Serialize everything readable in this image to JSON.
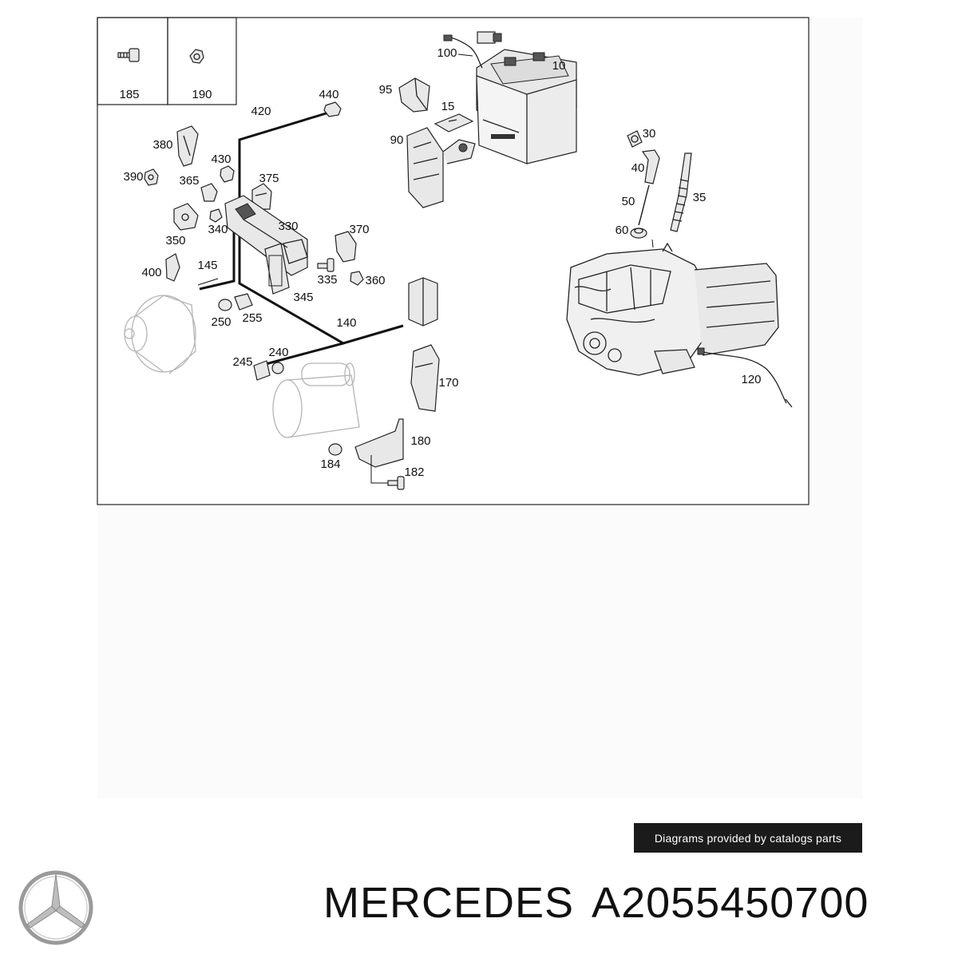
{
  "diagram": {
    "inset_labels": [
      "185",
      "190"
    ],
    "callouts": [
      "100",
      "10",
      "440",
      "95",
      "15",
      "420",
      "90",
      "30",
      "380",
      "430",
      "40",
      "390",
      "365",
      "375",
      "35",
      "50",
      "330",
      "60",
      "370",
      "350",
      "340",
      "400",
      "145",
      "335",
      "360",
      "345",
      "250",
      "255",
      "140",
      "240",
      "245",
      "120",
      "170",
      "180",
      "184",
      "182"
    ]
  },
  "caption": "Diagrams provided by catalogs parts",
  "product": {
    "brand": "MERCEDES",
    "part_number": "A2055450700"
  }
}
